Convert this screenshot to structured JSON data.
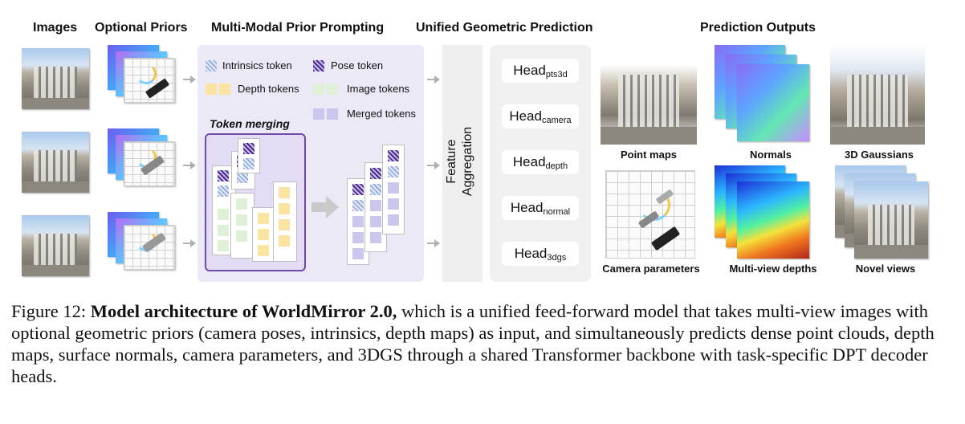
{
  "headers": {
    "images": "Images",
    "priors": "Optional Priors",
    "prompting": "Multi-Modal Prior Prompting",
    "unified": "Unified Geometric Prediction",
    "outputs": "Prediction Outputs"
  },
  "legend": {
    "intrinsics": "Intrinsics token",
    "pose": "Pose token",
    "depth": "Depth tokens",
    "image": "Image tokens",
    "merged": "Merged tokens"
  },
  "token_merging": "Token merging",
  "feature_aggregation": [
    "Feature",
    "Aggregation"
  ],
  "heads": [
    {
      "base": "Head",
      "sub": "pts3d"
    },
    {
      "base": "Head",
      "sub": "camera"
    },
    {
      "base": "Head",
      "sub": "depth"
    },
    {
      "base": "Head",
      "sub": "normal"
    },
    {
      "base": "Head",
      "sub": "3dgs"
    }
  ],
  "outputs": {
    "point_maps": "Point maps",
    "normals": "Normals",
    "gaussians": "3D Gaussians",
    "camera_params": "Camera parameters",
    "depths": "Multi-view depths",
    "novel_views": "Novel views"
  },
  "caption": {
    "prefix": "Figure 12: ",
    "bold": "Model architecture of WorldMirror 2.0,",
    "rest": " which is a unified feed-forward model that takes multi-view images with optional geometric priors (camera poses, intrinsics, depth maps) as input, and simultaneously predicts dense point clouds, depth maps, surface normals, camera parameters, and 3DGS through a shared Transformer backbone with task-specific DPT decoder heads."
  },
  "colors": {
    "panel": "#ece9f7",
    "merge_border": "#6d4aa8",
    "pose": "#4a2c8f",
    "depth_token": "#fbe3a1",
    "image_token": "#dff0d6",
    "merged_token": "#c9c7ee"
  },
  "icons": [
    "arrow-right-icon",
    "camera-frustum-icon"
  ]
}
